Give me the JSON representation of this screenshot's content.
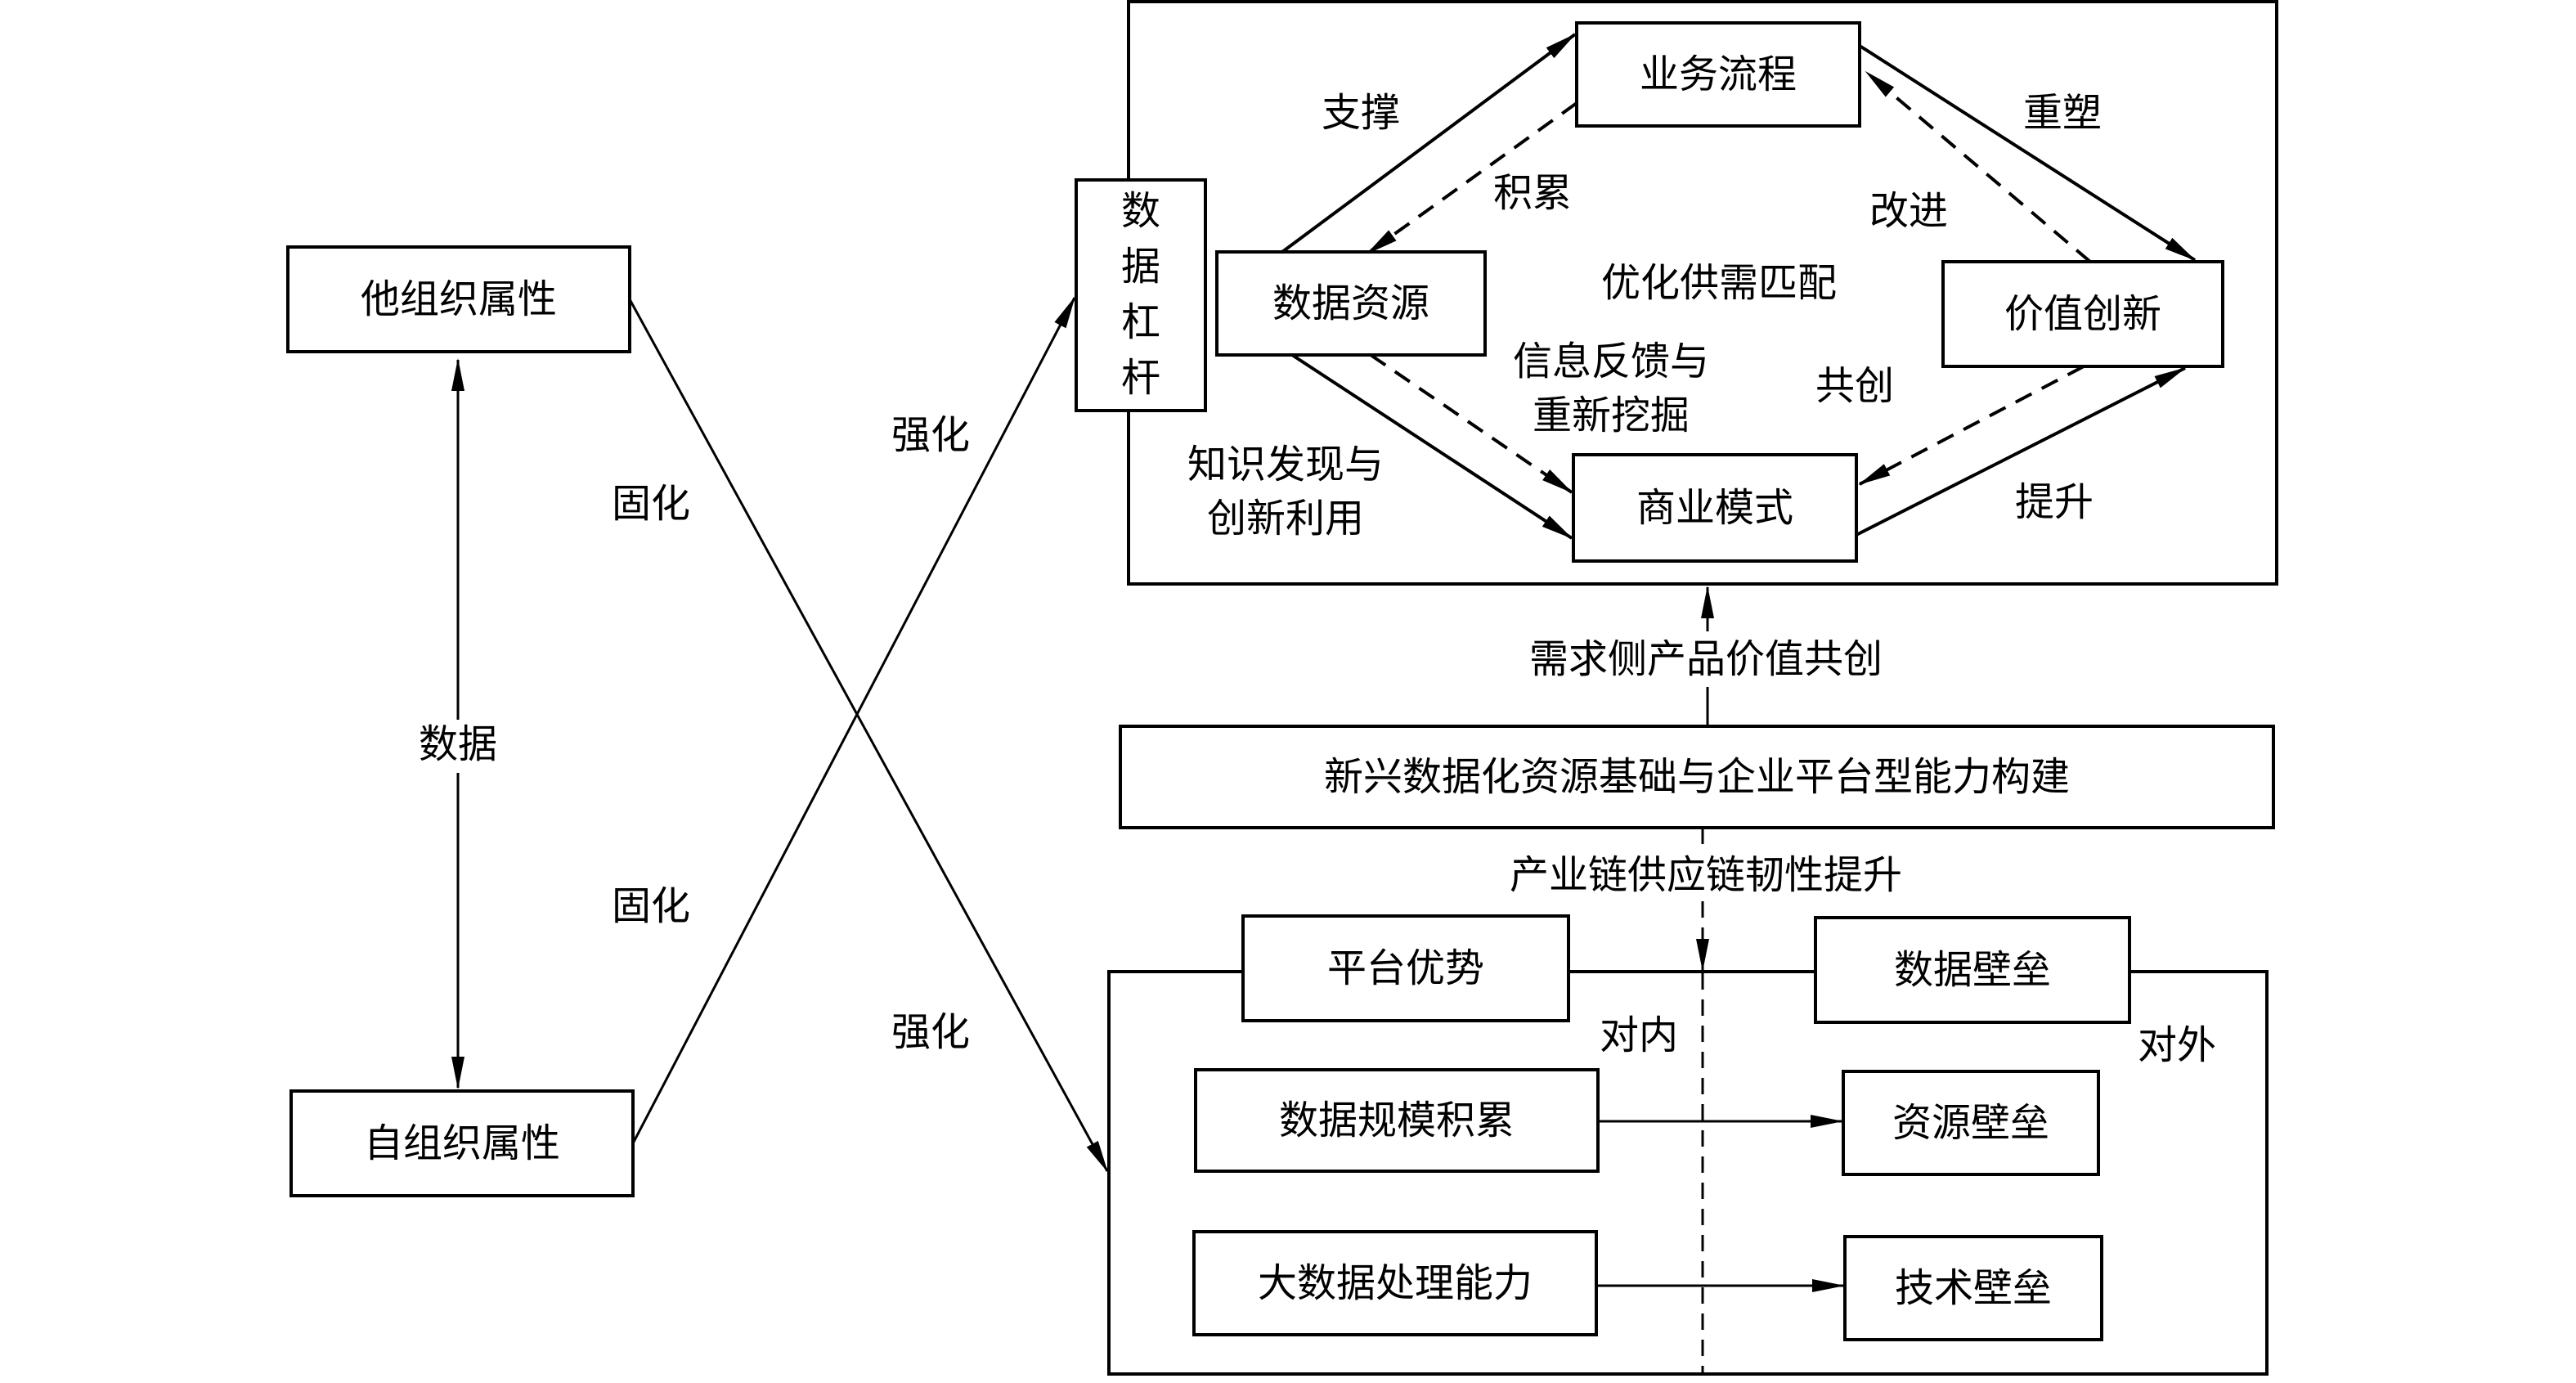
{
  "left": {
    "top_box": "他组织属性",
    "bottom_box": "自组织属性",
    "link_label": "数据",
    "cross_labels": {
      "upper_left_solidify": "固化",
      "upper_right_strengthen": "强化",
      "lower_left_solidify": "固化",
      "lower_right_strengthen": "强化"
    }
  },
  "top_panel": {
    "lever": [
      "数",
      "据",
      "杠",
      "杆"
    ],
    "nodes": {
      "business_process": "业务流程",
      "data_resource": "数据资源",
      "value_innovation": "价值创新",
      "business_model": "商业模式"
    },
    "edge_labels": {
      "support": "支撑",
      "accumulate": "积累",
      "reshape": "重塑",
      "improve": "改进",
      "center": "优化供需匹配",
      "feedback_line1": "信息反馈与",
      "feedback_line2": "重新挖掘",
      "cocreate": "共创",
      "knowledge_line1": "知识发现与",
      "knowledge_line2": "创新利用",
      "upgrade": "提升"
    }
  },
  "middle": {
    "upper_label": "需求侧产品价值共创",
    "foundation_box": "新兴数据化资源基础与企业平台型能力构建",
    "lower_label": "产业链供应链韧性提升"
  },
  "bottom_panel": {
    "platform_advantage": "平台优势",
    "data_barrier": "数据壁垒",
    "internal": "对内",
    "external": "对外",
    "rows": [
      {
        "left": "数据规模积累",
        "right": "资源壁垒"
      },
      {
        "left": "大数据处理能力",
        "right": "技术壁垒"
      }
    ]
  }
}
